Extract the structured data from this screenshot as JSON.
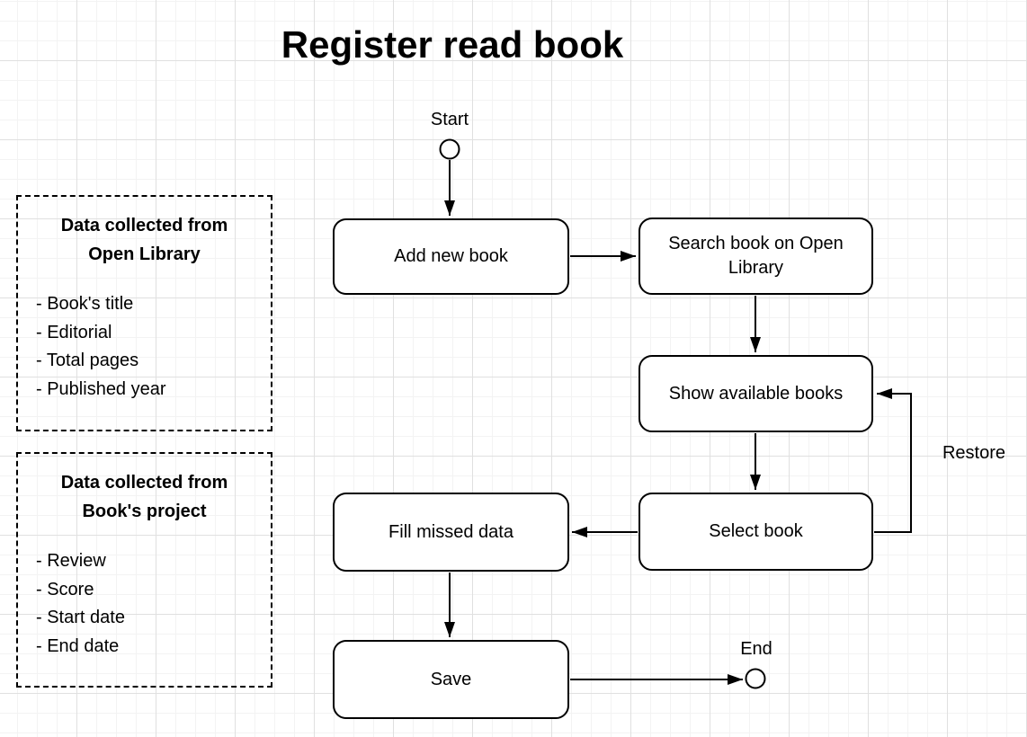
{
  "title": "Register read book",
  "colors": {
    "stroke": "#000000",
    "node_fill": "#ffffff",
    "grid_minor": "#f3f3f3",
    "grid_major": "#e0e0e0"
  },
  "flow": {
    "start_label": "Start",
    "end_label": "End",
    "nodes": [
      {
        "id": "add-new-book",
        "label": "Add new book"
      },
      {
        "id": "search-book-on-open-library",
        "label": "Search book on Open Library"
      },
      {
        "id": "show-available-books",
        "label": "Show available books"
      },
      {
        "id": "select-book",
        "label": "Select book"
      },
      {
        "id": "fill-missed-data",
        "label": "Fill missed data"
      },
      {
        "id": "save",
        "label": "Save"
      }
    ],
    "edges": [
      "Start → Add new book",
      "Add new book → Search book on Open Library",
      "Search book on Open Library → Show available books",
      "Show available books → Select book",
      "Select book → Fill missed data",
      "Fill missed data → Save",
      "Save → End",
      "Select book → Show available books (Restore)"
    ],
    "edge_labels": {
      "restore": "Restore"
    }
  },
  "notes": [
    {
      "heading": "Data collected from Open Library",
      "items": [
        "- Book's title",
        "- Editorial",
        "- Total pages",
        "- Published year"
      ]
    },
    {
      "heading": "Data collected from Book's project",
      "items": [
        "- Review",
        "- Score",
        "- Start date",
        "- End date"
      ]
    }
  ]
}
